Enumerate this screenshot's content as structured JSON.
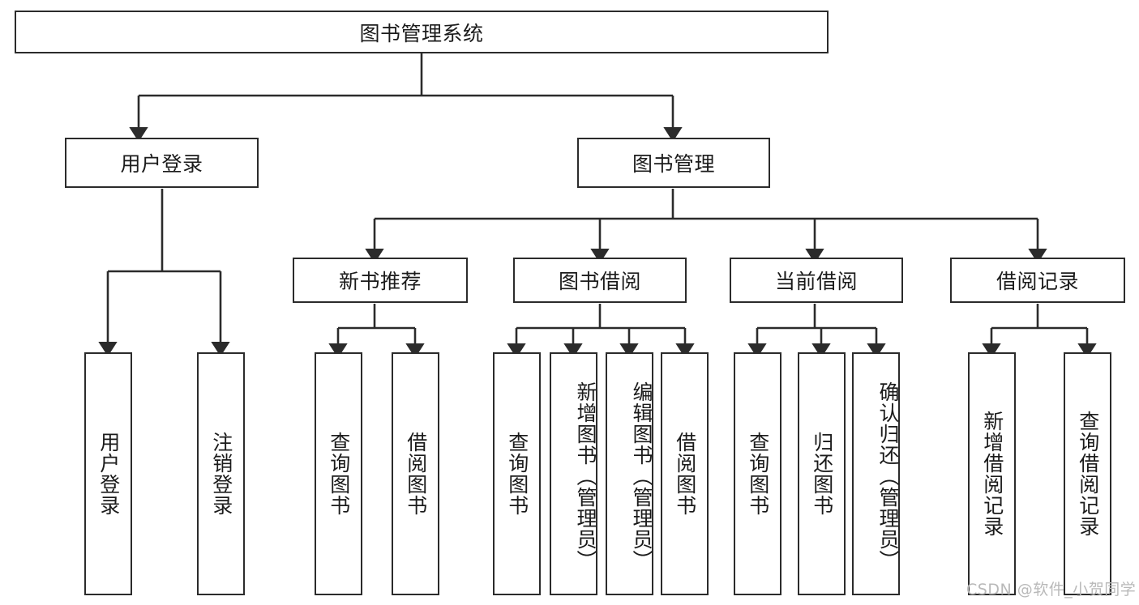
{
  "diagram": {
    "title": "图书管理系统",
    "type": "functional-structure-tree",
    "background_color": "#ffffff",
    "line_color": "#2b2b2b",
    "text_color": "#1b1b1b",
    "watermark": "CSDN @软件_小贺同学",
    "watermark_color": "#b9b9b9"
  },
  "nodes": {
    "root": {
      "label": "图书管理系统"
    },
    "level1": [
      {
        "id": "user-login",
        "label": "用户登录"
      },
      {
        "id": "book-manage",
        "label": "图书管理"
      }
    ],
    "level2": [
      {
        "id": "new-book-recommend",
        "label": "新书推荐"
      },
      {
        "id": "book-borrow",
        "label": "图书借阅"
      },
      {
        "id": "current-borrow",
        "label": "当前借阅"
      },
      {
        "id": "borrow-record",
        "label": "借阅记录"
      }
    ],
    "leaves": [
      {
        "id": "leaf-user-login",
        "label": "用户登录",
        "parent": "user-login"
      },
      {
        "id": "leaf-logout-login",
        "label": "注销登录",
        "parent": "user-login"
      },
      {
        "id": "leaf-query-book-1",
        "label": "查询图书",
        "parent": "new-book-recommend"
      },
      {
        "id": "leaf-borrow-book-1",
        "label": "借阅图书",
        "parent": "new-book-recommend"
      },
      {
        "id": "leaf-query-book-2",
        "label": "查询图书",
        "parent": "book-borrow"
      },
      {
        "id": "leaf-add-book",
        "label": "新增图书（管理员）",
        "parent": "book-borrow"
      },
      {
        "id": "leaf-edit-book",
        "label": "编辑图书（管理员）",
        "parent": "book-borrow"
      },
      {
        "id": "leaf-borrow-book-2",
        "label": "借阅图书",
        "parent": "book-borrow"
      },
      {
        "id": "leaf-query-book-3",
        "label": "查询图书",
        "parent": "current-borrow"
      },
      {
        "id": "leaf-return-book",
        "label": "归还图书",
        "parent": "current-borrow"
      },
      {
        "id": "leaf-confirm-return",
        "label": "确认归还（管理员）",
        "parent": "current-borrow"
      },
      {
        "id": "leaf-add-record",
        "label": "新增借阅记录",
        "parent": "borrow-record"
      },
      {
        "id": "leaf-query-record",
        "label": "查询借阅记录",
        "parent": "borrow-record"
      }
    ]
  }
}
